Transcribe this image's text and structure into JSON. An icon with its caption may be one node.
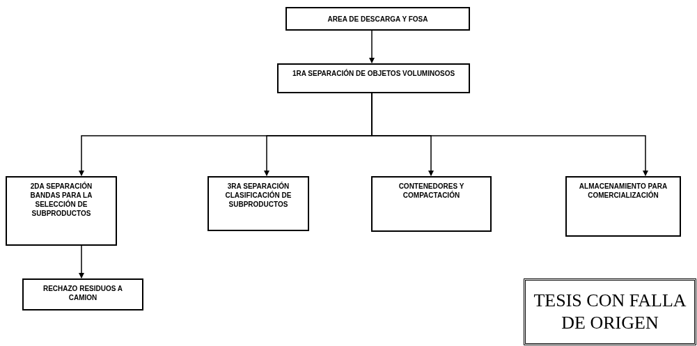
{
  "diagram": {
    "nodes": [
      {
        "text": [
          "AREA DE DESCARGA Y FOSA"
        ]
      },
      {
        "text": [
          "1RA SEPARACIÓN DE OBJETOS VOLUMINOSOS"
        ]
      },
      {
        "text": [
          "2DA SEPARACIÓN BANDAS PARA LA SELECCIÓN DE SUBPRODUCTOS"
        ]
      },
      {
        "text": [
          "3RA SEPARACIÓN CLASIFICACIÓN DE SUBPRODUCTOS"
        ]
      },
      {
        "text": [
          "CONTENEDORES Y COMPACTACIÓN"
        ]
      },
      {
        "text": [
          "ALMACENAMIENTO PARA COMERCIALIZACIÓN"
        ]
      },
      {
        "text": [
          "RECHAZO RESIDUOS A CAMION"
        ]
      },
      {
        "text": [
          "TESIS CON FALLA DE ORIGEN"
        ]
      }
    ],
    "edges": [
      {
        "from": 0,
        "to": 1,
        "arrow": "to"
      },
      {
        "from": 1,
        "to": 2,
        "arrow": "to"
      },
      {
        "from": 1,
        "to": 3,
        "arrow": "to"
      },
      {
        "from": 1,
        "to": 4,
        "arrow": "to"
      },
      {
        "from": 1,
        "to": 5,
        "arrow": "to"
      },
      {
        "from": 2,
        "to": 6,
        "arrow": "to"
      }
    ]
  }
}
